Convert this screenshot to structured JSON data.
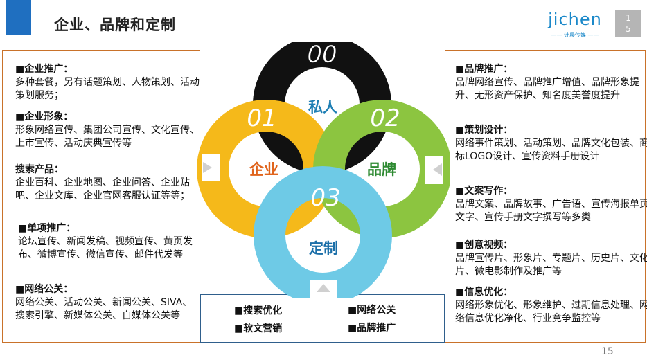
{
  "header": {
    "title": "企业、品牌和定制",
    "logo_text": "jichen",
    "logo_sub": "—— 计晨传媒 ——",
    "badge_line1": "1",
    "badge_line2": "5"
  },
  "left_panel": [
    {
      "heading": "■企业推广：",
      "body": "多种套餐，另有话题策划、人物策划、活动策划服务；"
    },
    {
      "heading": "■企业形象：",
      "body": "形象网络宣传、集团公司宣传、文化宣传、上市宣传、活动庆典宣传等"
    },
    {
      "heading": "搜索产品：",
      "body": "企业百科、企业地图、企业问答、企业贴吧、企业文库、企业官网客服认证等等；"
    },
    {
      "heading": "■单项推广：",
      "body": "论坛宣传、新闻发稿、视频宣传、黄页发布、微博宣传、微信宣传、邮件代发等"
    },
    {
      "heading": "■网络公关：",
      "body": "网络公关、活动公关、新闻公关、SIVA、搜索引擎、新媒体公关、自媒体公关等"
    }
  ],
  "right_panel": [
    {
      "heading": "■品牌推广：",
      "body": "品牌网络宣传、品牌推广增值、品牌形象提升、无形资产保护、知名度美誉度提升"
    },
    {
      "heading": "■策划设计：",
      "body": "网络事件策划、活动策划、品牌文化包装、商标LOGO设计、宣传资料手册设计"
    },
    {
      "heading": "■文案写作：",
      "body": "品牌文案、品牌故事、广告语、宣传海报单页文字、宣传手册文字撰写等多类"
    },
    {
      "heading": "■创意视频：",
      "body": "品牌宣传片、形象片、专题片、历史片、文化片、微电影制作及推广等"
    },
    {
      "heading": "■信息优化：",
      "body": "网络形象优化、形象维护、过期信息处理、网络信息优化净化、行业竞争监控等"
    }
  ],
  "bottom_panel": {
    "items": [
      "■搜索优化",
      "■网络公关",
      "■软文营销",
      "■品牌推广"
    ]
  },
  "diagram": {
    "rings": [
      {
        "number": "00",
        "label": "私人",
        "color": "#111111",
        "label_color": "#1e7fb4"
      },
      {
        "number": "01",
        "label": "企业",
        "color": "#f5b91a",
        "label_color": "#e0641c"
      },
      {
        "number": "02",
        "label": "品牌",
        "color": "#8cc540",
        "label_color": "#2e8a32"
      },
      {
        "number": "03",
        "label": "定制",
        "color": "#6ecae6",
        "label_color": "#1a6ea8"
      }
    ]
  },
  "footer": {
    "page_number": "15"
  }
}
